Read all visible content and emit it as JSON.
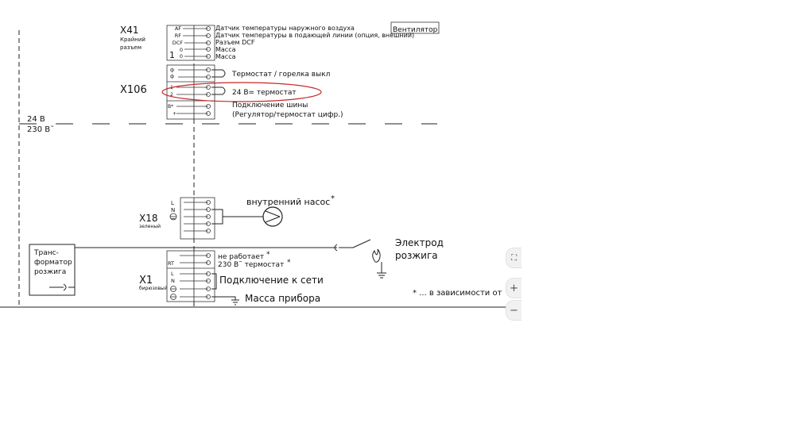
{
  "x41": {
    "title": "X41",
    "sub1": "Крайний",
    "sub2": "разъем",
    "pins": [
      "AF",
      "RF",
      "DCF",
      "0",
      "0"
    ],
    "pin_number": "1",
    "labels": [
      "Датчик температуры наружного воздуха",
      "Датчик температуры в подающей линии (опция, внешний)",
      "Разъем DCF",
      "Масса",
      "Масса"
    ],
    "top_right": "Вентилятор"
  },
  "x106": {
    "title": "X106",
    "pins_top": [
      "ф",
      "ф"
    ],
    "pins_mid": [
      "1",
      "2"
    ],
    "pins_bus": [
      "В*",
      "+"
    ],
    "thermostat_off": "Термостат / горелка выкл",
    "thermostat_24": "24 В= термостат",
    "bus_line1": "Подключение шины",
    "bus_line2": "(Регулятор/термостат цифр.)"
  },
  "voltage": {
    "low": "24 В",
    "high": "230 В˜"
  },
  "x18": {
    "title": "X18",
    "sub": "зеленый",
    "pins": [
      "L",
      "N"
    ],
    "pump": "внутренний насос",
    "star": "*"
  },
  "transformer": {
    "line1": "Транс-",
    "line2": "форматор",
    "line3": "розжига"
  },
  "electrode": {
    "line1": "Электрод",
    "line2": "розжига"
  },
  "x1": {
    "title": "X1",
    "sub": "бирюзовый",
    "pins": [
      "RT",
      "L",
      "N"
    ],
    "not_working": "не работает",
    "thermostat_230": "230 В˜ термостат",
    "star": "*",
    "mains": "Подключение к сети",
    "ground": "Масса прибора"
  },
  "footnote": "* ... в зависимости от",
  "zoom": {
    "fit": "⛶",
    "plus": "+",
    "minus": "−"
  }
}
